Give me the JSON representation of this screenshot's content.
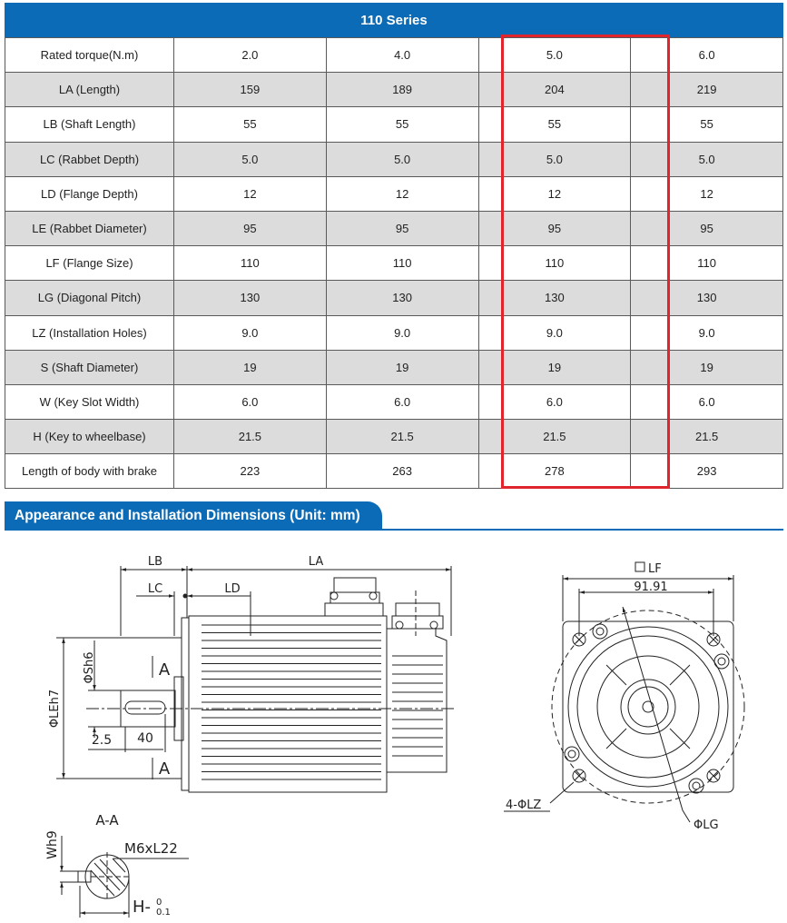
{
  "series_title": "110 Series",
  "section_title": "Appearance and Installation Dimensions (Unit: mm)",
  "rows": [
    {
      "param": "Rated torque(N.m)",
      "values": [
        "2.0",
        "4.0",
        "5.0",
        "6.0"
      ]
    },
    {
      "param": "LA (Length)",
      "values": [
        "159",
        "189",
        "204",
        "219"
      ]
    },
    {
      "param": "LB (Shaft Length)",
      "values": [
        "55",
        "55",
        "55",
        "55"
      ]
    },
    {
      "param": "LC (Rabbet Depth)",
      "values": [
        "5.0",
        "5.0",
        "5.0",
        "5.0"
      ]
    },
    {
      "param": "LD (Flange Depth)",
      "values": [
        "12",
        "12",
        "12",
        "12"
      ]
    },
    {
      "param": "LE (Rabbet Diameter)",
      "values": [
        "95",
        "95",
        "95",
        "95"
      ]
    },
    {
      "param": "LF (Flange Size)",
      "values": [
        "110",
        "110",
        "110",
        "110"
      ]
    },
    {
      "param": "LG (Diagonal Pitch)",
      "values": [
        "130",
        "130",
        "130",
        "130"
      ]
    },
    {
      "param": "LZ (Installation Holes)",
      "values": [
        "9.0",
        "9.0",
        "9.0",
        "9.0"
      ]
    },
    {
      "param": "S (Shaft Diameter)",
      "values": [
        "19",
        "19",
        "19",
        "19"
      ]
    },
    {
      "param": "W (Key Slot Width)",
      "values": [
        "6.0",
        "6.0",
        "6.0",
        "6.0"
      ]
    },
    {
      "param": "H (Key to wheelbase)",
      "values": [
        "21.5",
        "21.5",
        "21.5",
        "21.5"
      ]
    },
    {
      "param": "Length of body with brake",
      "values": [
        "223",
        "263",
        "278",
        "293"
      ]
    }
  ],
  "highlight_color": "#e0262c",
  "accent_color": "#0c6bb6",
  "drawing_labels": {
    "lb": "LB",
    "la": "LA",
    "lc": "LC",
    "ld": "LD",
    "phi_sh6": "ΦSh6",
    "phi_leh7": "ΦLEh7",
    "section_a_top": "A",
    "section_a_bottom": "A",
    "dim_25": "2.5",
    "dim_40": "40",
    "lf": "LF",
    "dim_9191": "91.91",
    "holes": "4-ΦLZ",
    "lg": "ΦLG",
    "aa": "A-A",
    "wh9": "Wh9",
    "m6": "M6xL22",
    "h_main": "H-",
    "h_upper": "0",
    "h_lower": "0.1"
  }
}
